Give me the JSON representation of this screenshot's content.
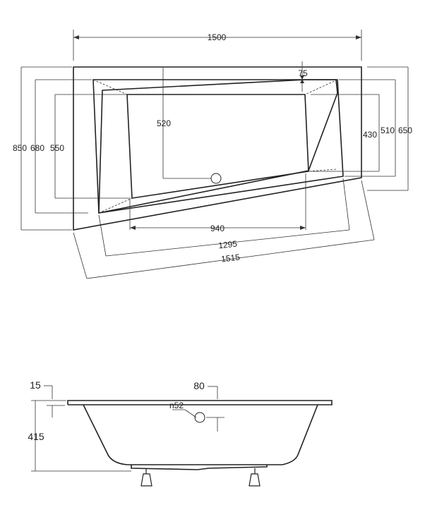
{
  "top_view": {
    "dimensions": {
      "width_total": "1500",
      "inner_offset": "75",
      "depth_to_drain": "520",
      "left_outer": "850",
      "left_mid": "680",
      "left_inner": "550",
      "right_inner": "430",
      "right_mid": "510",
      "right_outer": "650",
      "bottom_inner": "940",
      "bottom_mid": "1295",
      "bottom_outer": "1515"
    }
  },
  "side_view": {
    "dimensions": {
      "rim": "15",
      "drain_offset": "80",
      "drain_diameter": "n52",
      "height": "415"
    }
  }
}
